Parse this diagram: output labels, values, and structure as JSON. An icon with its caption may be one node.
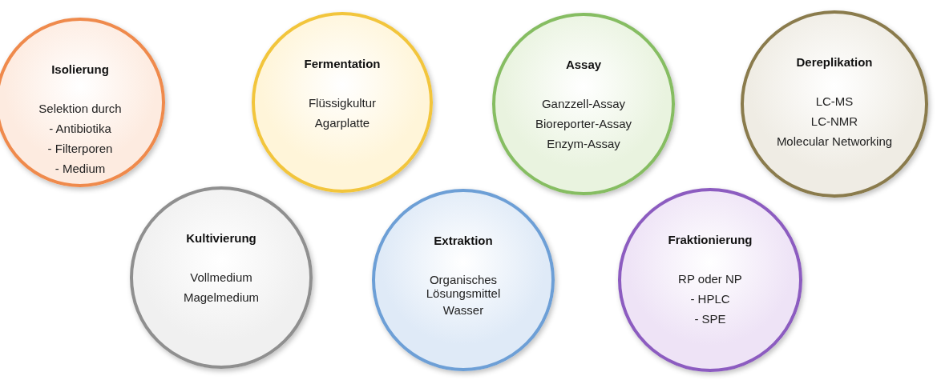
{
  "diagram": {
    "nodes": [
      {
        "text": [
          "Isolierung",
          "Selektion durch",
          "- Antibiotika",
          "- Filterporen",
          "- Medium"
        ]
      },
      {
        "text": [
          "Kultivierung",
          "Vollmedium",
          "Magelmedium"
        ]
      },
      {
        "text": [
          "Fermentation",
          "Flüssigkultur",
          "Agarplatte"
        ]
      },
      {
        "text": [
          "Extraktion",
          "Organisches Lösungsmittel",
          "Wasser"
        ]
      },
      {
        "text": [
          "Assay",
          "Ganzzell-Assay",
          "Bioreporter-Assay",
          "Enzym-Assay"
        ]
      },
      {
        "text": [
          "Fraktionierung",
          "RP oder NP",
          "- HPLC",
          "- SPE"
        ]
      },
      {
        "text": [
          "Dereplikation",
          "LC-MS",
          "LC-NMR",
          "Molecular Networking"
        ]
      }
    ]
  }
}
